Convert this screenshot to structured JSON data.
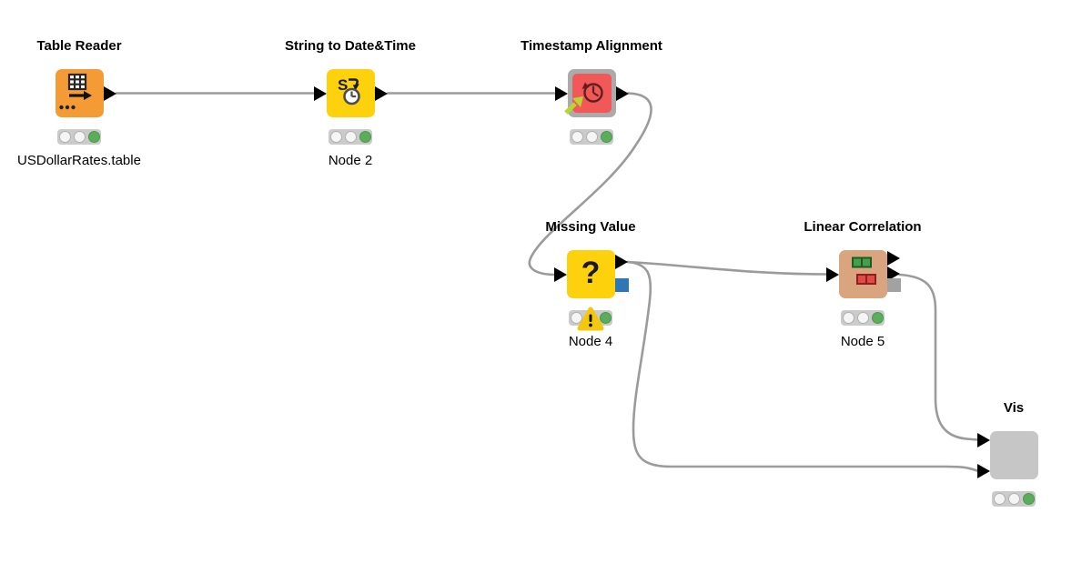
{
  "app": "KNIME workflow editor canvas",
  "workflow": {
    "background_color": "#ffffff",
    "edge_color": "#9b9b9b",
    "status_green": "#5aad5a",
    "nodes": [
      {
        "title": "Table Reader",
        "label": "USDollarRates.table",
        "type": "reader",
        "color": "#f59b35",
        "status_lights": [
          "off",
          "off",
          "green"
        ],
        "warning": false,
        "icon": "table-grid-arrow-icon"
      },
      {
        "title": "String to Date&Time",
        "label": "Node 2",
        "type": "manipulator",
        "color": "#fdd10c",
        "status_lights": [
          "off",
          "off",
          "green"
        ],
        "warning": false,
        "icon": "string-to-clock-icon"
      },
      {
        "title": "Timestamp Alignment",
        "label": "",
        "type": "linked-component",
        "color": "#f25858",
        "frame_color": "#ababab",
        "status_lights": [
          "off",
          "off",
          "green"
        ],
        "warning": false,
        "icon": "clock-history-icon",
        "badge": "component-link-arrow-icon"
      },
      {
        "title": "Missing Value",
        "label": "Node 4",
        "type": "manipulator",
        "color": "#fdd10c",
        "status_lights": [
          "off",
          "off",
          "green"
        ],
        "warning": true,
        "icon": "question-mark-icon",
        "extra_port_color": "#2e76b5"
      },
      {
        "title": "Linear Correlation",
        "label": "Node 5",
        "type": "analyzer",
        "color": "#d8a57e",
        "status_lights": [
          "off",
          "off",
          "green"
        ],
        "warning": false,
        "icon": "correlation-squares-icon",
        "extra_port_color": "#a2a2a2"
      },
      {
        "title": "Vis",
        "label": "",
        "type": "component",
        "color": "#c6c6c6",
        "status_lights": [
          "off",
          "off",
          "green"
        ],
        "warning": false,
        "icon": "none"
      }
    ],
    "connections": [
      {
        "from": "Table Reader",
        "to": "String to Date&Time"
      },
      {
        "from": "String to Date&Time",
        "to": "Timestamp Alignment"
      },
      {
        "from": "Timestamp Alignment",
        "to": "Missing Value"
      },
      {
        "from": "Missing Value",
        "to": "Linear Correlation"
      },
      {
        "from": "Missing Value",
        "to": "Vis"
      },
      {
        "from": "Linear Correlation",
        "to": "Vis"
      }
    ]
  }
}
